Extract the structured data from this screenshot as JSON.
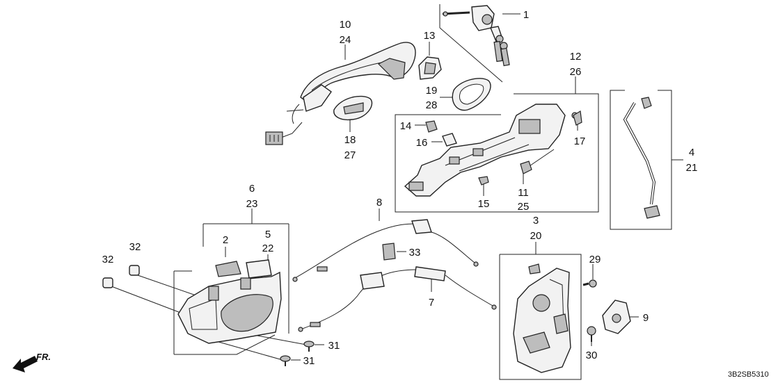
{
  "diagram_code": "3B2SB5310",
  "direction_label": "FR.",
  "callouts": [
    {
      "id": "c1",
      "lines": [
        "1"
      ]
    },
    {
      "id": "c10",
      "lines": [
        "10",
        "24"
      ]
    },
    {
      "id": "c13",
      "lines": [
        "13"
      ]
    },
    {
      "id": "c19",
      "lines": [
        "19",
        "28"
      ]
    },
    {
      "id": "c18",
      "lines": [
        "18",
        "27"
      ]
    },
    {
      "id": "c12",
      "lines": [
        "12",
        "26"
      ]
    },
    {
      "id": "c14",
      "lines": [
        "14"
      ]
    },
    {
      "id": "c16",
      "lines": [
        "16"
      ]
    },
    {
      "id": "c17",
      "lines": [
        "17"
      ]
    },
    {
      "id": "c4",
      "lines": [
        "4",
        "21"
      ]
    },
    {
      "id": "c11",
      "lines": [
        "11",
        "25"
      ]
    },
    {
      "id": "c15",
      "lines": [
        "15"
      ]
    },
    {
      "id": "c6",
      "lines": [
        "6",
        "23"
      ]
    },
    {
      "id": "c8",
      "lines": [
        "8"
      ]
    },
    {
      "id": "c2",
      "lines": [
        "2"
      ]
    },
    {
      "id": "c5",
      "lines": [
        "5",
        "22"
      ]
    },
    {
      "id": "c32a",
      "lines": [
        "32"
      ]
    },
    {
      "id": "c32b",
      "lines": [
        "32"
      ]
    },
    {
      "id": "c33",
      "lines": [
        "33"
      ]
    },
    {
      "id": "c3",
      "lines": [
        "3",
        "20"
      ]
    },
    {
      "id": "c29",
      "lines": [
        "29"
      ]
    },
    {
      "id": "c9",
      "lines": [
        "9"
      ]
    },
    {
      "id": "c7",
      "lines": [
        "7"
      ]
    },
    {
      "id": "c31a",
      "lines": [
        "31"
      ]
    },
    {
      "id": "c31b",
      "lines": [
        "31"
      ]
    },
    {
      "id": "c30",
      "lines": [
        "30"
      ]
    }
  ]
}
